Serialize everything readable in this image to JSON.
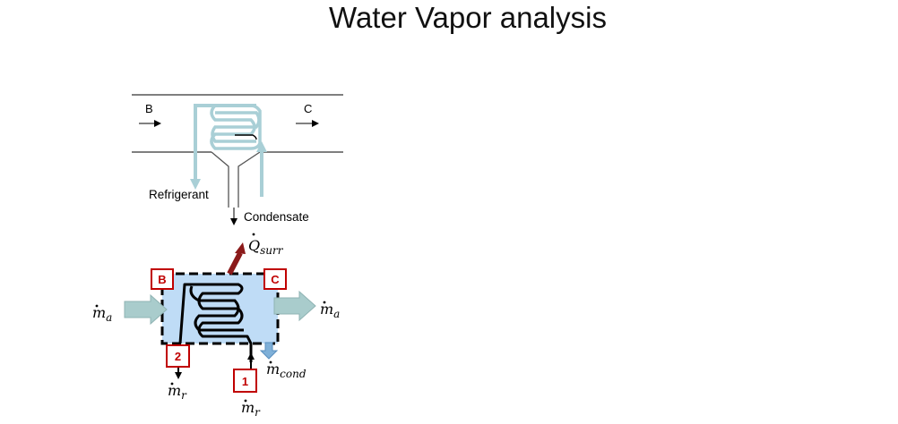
{
  "title": "Water Vapor analysis",
  "duct_diagram": {
    "label_b": "B",
    "label_c": "C",
    "refrigerant_label": "Refrigerant",
    "condensate_label": "Condensate",
    "pipe_color": "#a9cfd6",
    "duct_color": "#555555"
  },
  "control_volume": {
    "state_b": "B",
    "state_c": "C",
    "state_1": "1",
    "state_2": "2",
    "heat_symbol": "Q",
    "heat_sub": "surr",
    "mass_symbol": "m",
    "air_sub": "a",
    "refrigerant_sub": "r",
    "condensate_sub": "cond",
    "box_fill": "#bfdcf6",
    "tag_color": "#c00000",
    "heat_arrow_color": "#8b1a1a",
    "air_arrow_color": "#a9cccc"
  }
}
